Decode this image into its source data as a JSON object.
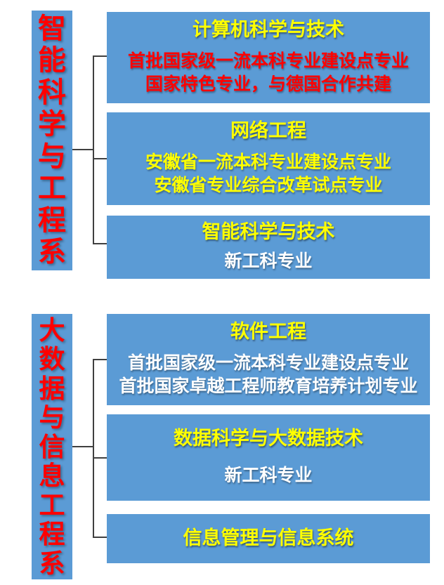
{
  "colors": {
    "background": "#FFFFFF",
    "box_fill": "#5B9BD5",
    "department_text": "#FF0000",
    "title_text": "#FFFF00",
    "detail_red": "#FF0000",
    "detail_yellow": "#FFFF00",
    "detail_white": "#FFFFFF",
    "connector": "#404040"
  },
  "sections": [
    {
      "name": "智能科学与工程系",
      "label_chars": [
        "智",
        "能",
        "科",
        "学",
        "与",
        "工",
        "程",
        "系"
      ],
      "boxes": [
        {
          "title": "计算机科学与技术",
          "details": [
            "首批国家级一流本科专业建设点专业",
            "国家特色专业，与德国合作共建"
          ],
          "detail_color": "red"
        },
        {
          "title": "网络工程",
          "details": [
            "安徽省一流本科专业建设点专业",
            "安徽省专业综合改革试点专业"
          ],
          "detail_color": "yellow"
        },
        {
          "title": "智能科学与技术",
          "details": [
            "新工科专业"
          ],
          "detail_color": "white"
        }
      ]
    },
    {
      "name": "大数据与信息工程系",
      "label_chars": [
        "大",
        "数",
        "据",
        "与",
        "信",
        "息",
        "工",
        "程",
        "系"
      ],
      "boxes": [
        {
          "title": "软件工程",
          "details": [
            "首批国家级一流本科专业建设点专业",
            "首批国家卓越工程师教育培养计划专业"
          ],
          "detail_color": "white"
        },
        {
          "title": "数据科学与大数据技术",
          "details": [
            "新工科专业"
          ],
          "detail_color": "white"
        },
        {
          "title": "信息管理与信息系统",
          "details": [],
          "detail_color": "white"
        }
      ]
    }
  ]
}
